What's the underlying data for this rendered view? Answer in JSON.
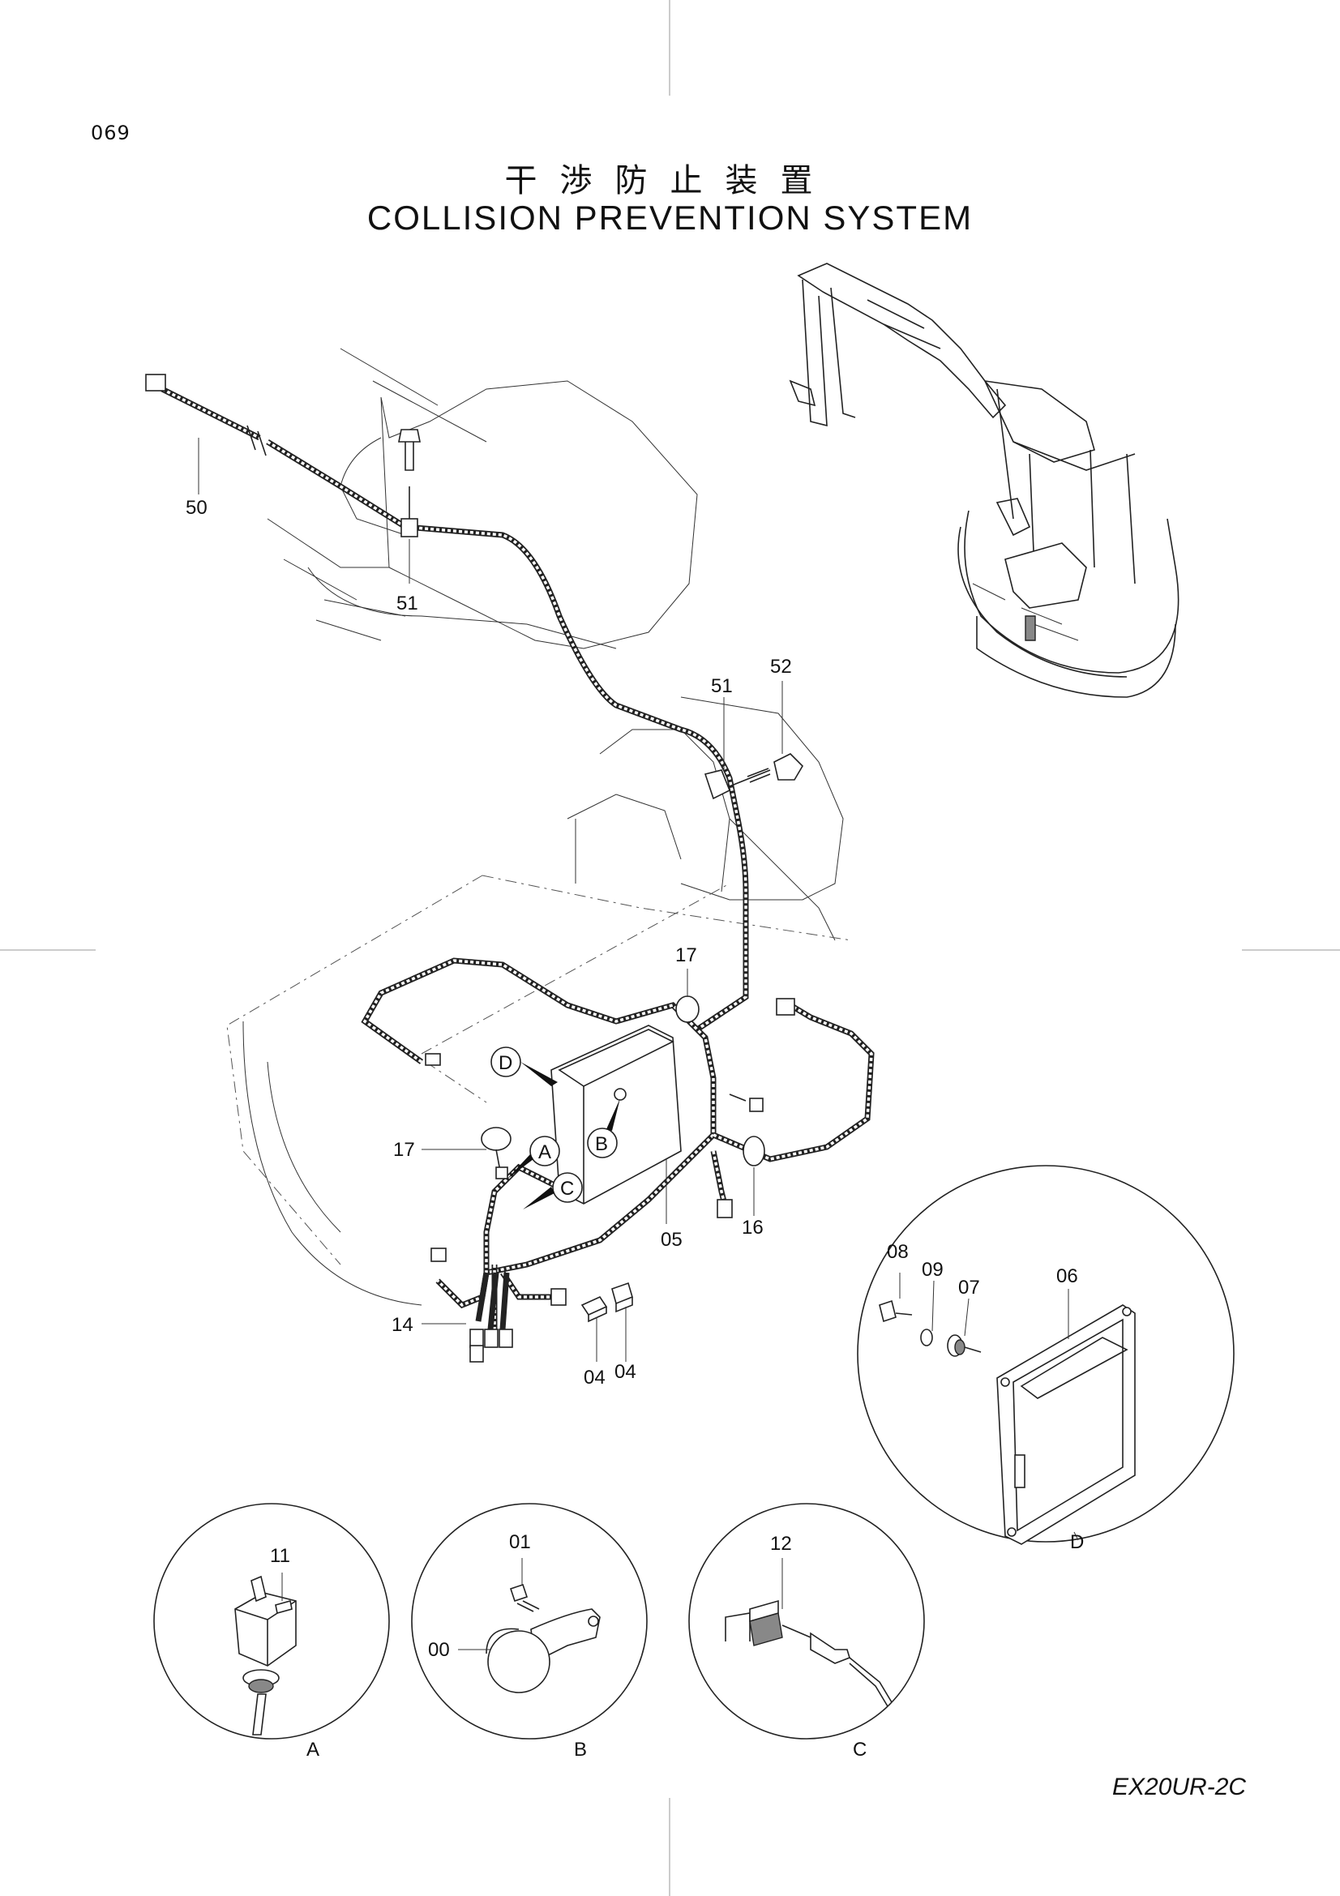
{
  "page_number": "069",
  "title_jp": "干渉防止装置",
  "title_en": "COLLISION PREVENTION SYSTEM",
  "model": "EX20UR-2C",
  "callouts": {
    "p50": "50",
    "p51a": "51",
    "p51b": "51",
    "p52": "52",
    "p17a": "17",
    "p17b": "17",
    "p05": "05",
    "p16": "16",
    "p14": "14",
    "p04a": "04",
    "p04b": "04",
    "p08": "08",
    "p09": "09",
    "p07": "07",
    "p06": "06",
    "p11": "11",
    "p01": "01",
    "p00": "00",
    "p12": "12"
  },
  "detail_refs": {
    "A": "A",
    "B": "B",
    "C": "C",
    "D": "D"
  }
}
